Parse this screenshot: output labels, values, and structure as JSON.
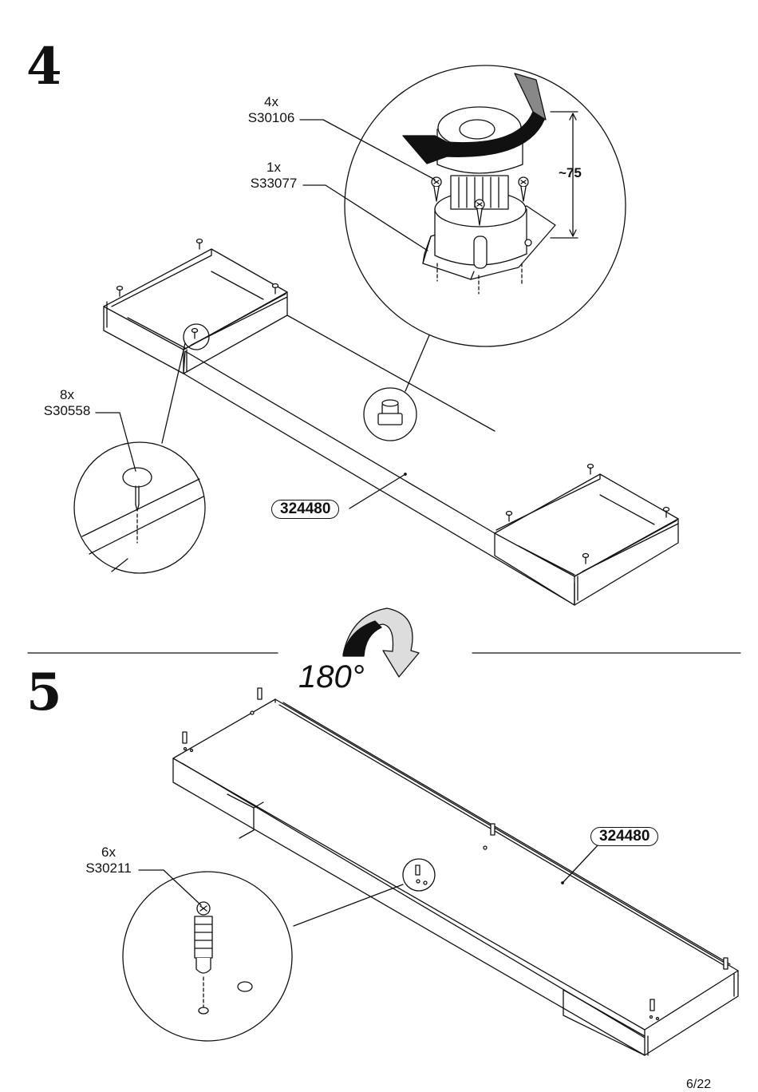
{
  "step4": {
    "number": "4",
    "callout_screw": {
      "qty": "4x",
      "code": "S30106"
    },
    "callout_foot": {
      "qty": "1x",
      "code": "S33077"
    },
    "callout_nail": {
      "qty": "8x",
      "code": "S30558"
    },
    "height_label": "~75",
    "panel_label": "324480"
  },
  "rotation": {
    "label": "180°"
  },
  "step5": {
    "number": "5",
    "callout_dowel": {
      "qty": "6x",
      "code": "S30211"
    },
    "panel_label": "324480"
  },
  "page": {
    "number": "6/22"
  }
}
